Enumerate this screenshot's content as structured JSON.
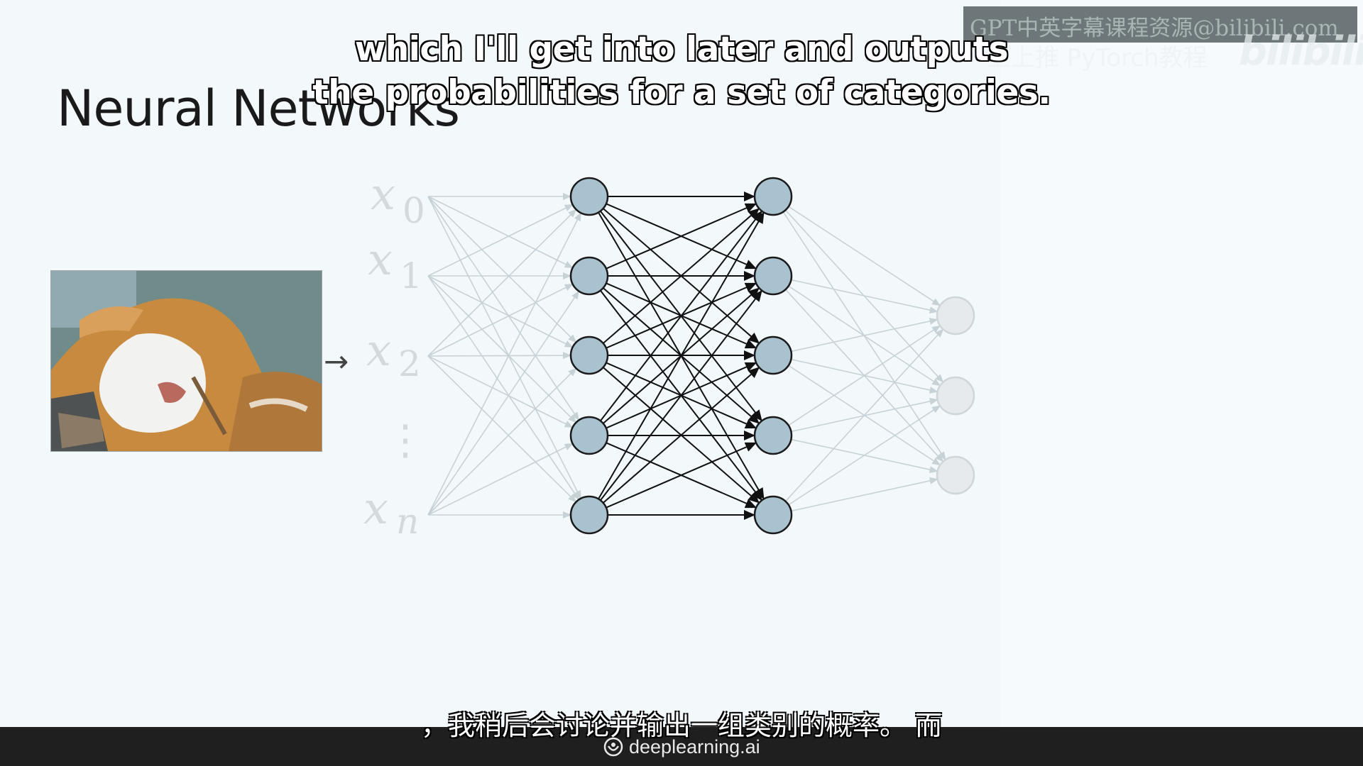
{
  "slide": {
    "title": "Neural Networks",
    "inputs": [
      {
        "var": "x",
        "sub": "0"
      },
      {
        "var": "x",
        "sub": "1"
      },
      {
        "var": "x",
        "sub": "2"
      },
      {
        "var": "x",
        "sub": "n"
      }
    ],
    "ellipsis": "⋮",
    "arrow": "→",
    "layers": {
      "hidden_1": 5,
      "hidden_2": 5,
      "output": 3
    }
  },
  "subtitles": {
    "en_line_1": "which I'll get into later and outputs",
    "en_line_2": "the probabilities for a set of categories.",
    "zh": "，我稍后会讨论并输出一组类别的概率。 而"
  },
  "watermark": {
    "line_1": "GPT中英字幕课程资源@bilibili.com",
    "line_2": "上上推 PyTorch教程",
    "logo": "bilibili"
  },
  "footer": {
    "brand": "deeplearning.ai"
  },
  "colors": {
    "background": "#f3f8fb",
    "hidden_node": "#a9c2cf",
    "output_node": "#e6eaec",
    "faded_line": "#c7d2d6",
    "dark_line": "#111111",
    "bottom_bar": "#1f1f1f"
  }
}
